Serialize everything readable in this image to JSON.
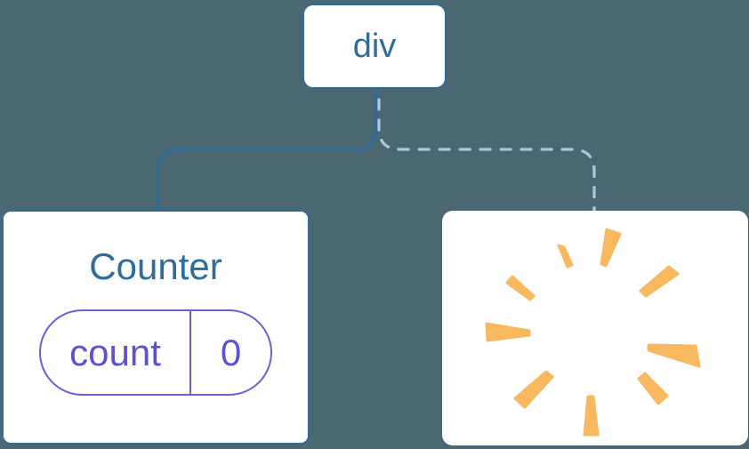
{
  "diagram": {
    "description": "component tree with a div root, a Counter component child (solid edge) and a removed component child (dashed edge, poof burst)",
    "root_node": {
      "label": "div"
    },
    "counter_node": {
      "title": "Counter",
      "state_key": "count",
      "state_value": "0"
    },
    "removed_node": {
      "icon": "poof-icon"
    },
    "edges": {
      "left_edge_style": "solid",
      "right_edge_style": "dashed"
    }
  },
  "colors": {
    "background": "#4B6772",
    "card_background": "#FFFFFF",
    "node_blue": "#2E6D9A",
    "node_border_blue": "#2F6D9C",
    "state_purple": "#6A60D8",
    "state_text_purple": "#5C51D6",
    "dashed_edge_blue": "#A9C6DA",
    "poof_orange": "#F8B95E"
  }
}
